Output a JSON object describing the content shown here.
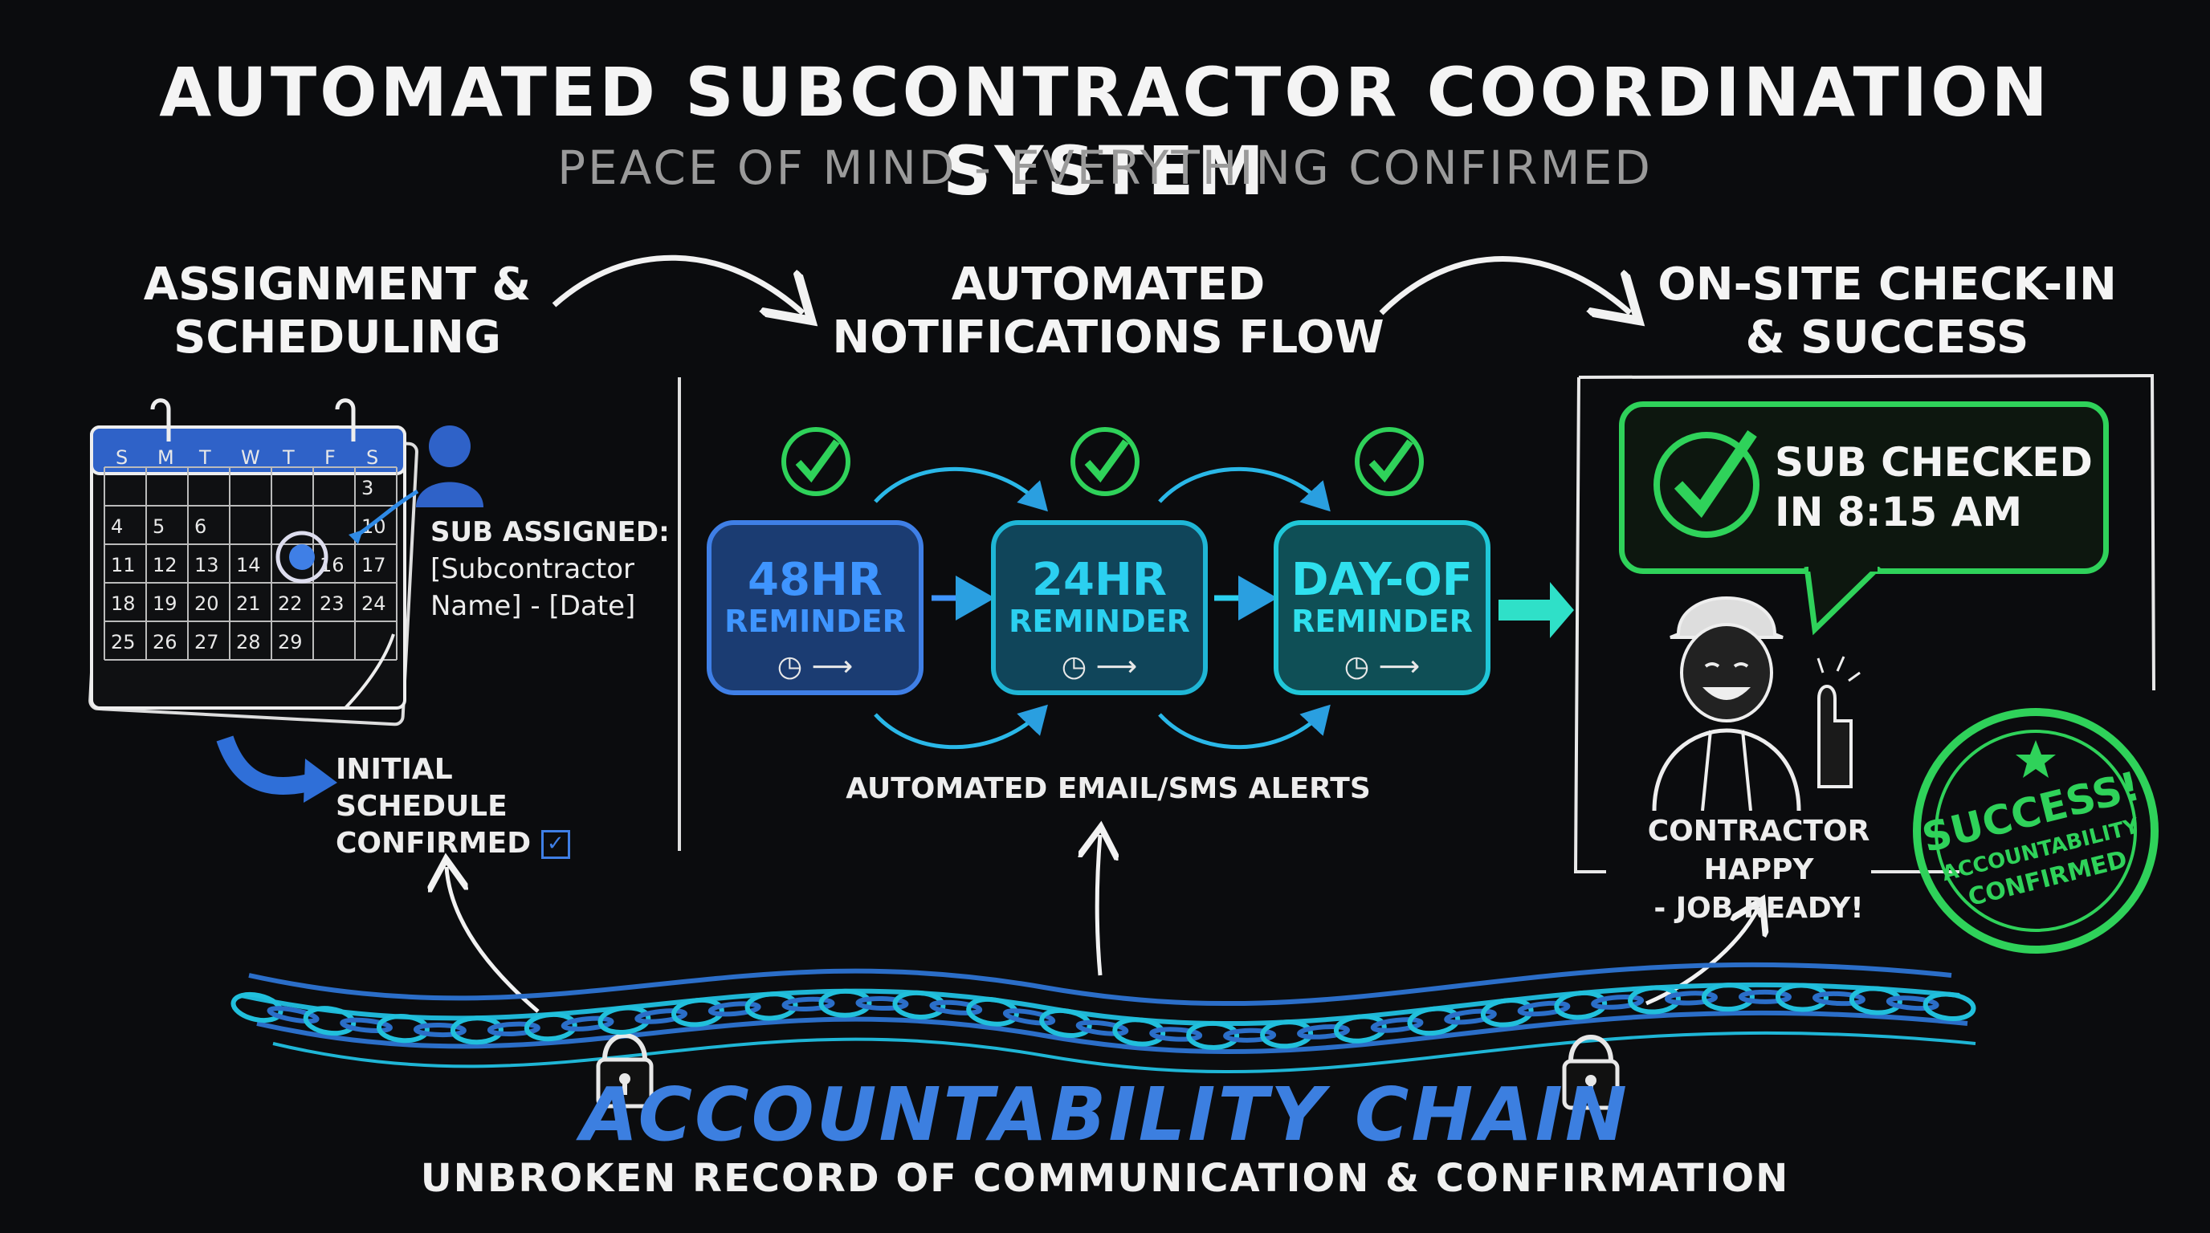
{
  "title": "AUTOMATED SUBCONTRACTOR COORDINATION SYSTEM",
  "subtitle": "PEACE OF MIND - EVERYTHING CONFIRMED",
  "stages": [
    {
      "title_line1": "ASSIGNMENT &",
      "title_line2": "SCHEDULING"
    },
    {
      "title_line1": "AUTOMATED",
      "title_line2": "NOTIFICATIONS FLOW"
    },
    {
      "title_line1": "ON-SITE CHECK-IN",
      "title_line2": "& SUCCESS"
    }
  ],
  "calendar": {
    "weekdays": [
      "S",
      "M",
      "T",
      "W",
      "T",
      "F",
      "S"
    ],
    "days": [
      "",
      "",
      "",
      "",
      "",
      "",
      "3",
      "4",
      "5",
      "6",
      "",
      "",
      "",
      "10",
      "11",
      "12",
      "13",
      "14",
      "",
      "16",
      "17",
      "18",
      "19",
      "20",
      "21",
      "22",
      "23",
      "24",
      "25",
      "26",
      "27",
      "28",
      "29",
      "",
      ""
    ]
  },
  "sub_assigned": {
    "line1": "SUB ASSIGNED:",
    "line2": "[Subcontractor",
    "line3": "Name] - [Date]"
  },
  "initial_schedule": {
    "line1": "INITIAL SCHEDULE",
    "line2": "CONFIRMED"
  },
  "reminders": [
    {
      "big": "48HR",
      "small": "REMINDER"
    },
    {
      "big": "24HR",
      "small": "REMINDER"
    },
    {
      "big": "DAY-OF",
      "small": "REMINDER"
    }
  ],
  "alerts_label": "AUTOMATED EMAIL/SMS ALERTS",
  "checkin": {
    "line1": "SUB CHECKED",
    "line2": "IN 8:15 AM"
  },
  "happy": {
    "line1": "CONTRACTOR HAPPY",
    "line2": "- JOB READY!"
  },
  "stamp": {
    "line1": "SUCCESS!",
    "line2": "ACCOUNTABILITY",
    "line3": "CONFIRMED"
  },
  "chain_title": "ACCOUNTABILITY CHAIN",
  "chain_subtitle": "UNBROKEN RECORD OF COMMUNICATION & CONFIRMATION",
  "colors": {
    "blue": "#3f7fe6",
    "cyan": "#1fb6d6",
    "green": "#2fd25a",
    "background": "#0b0c0e"
  }
}
